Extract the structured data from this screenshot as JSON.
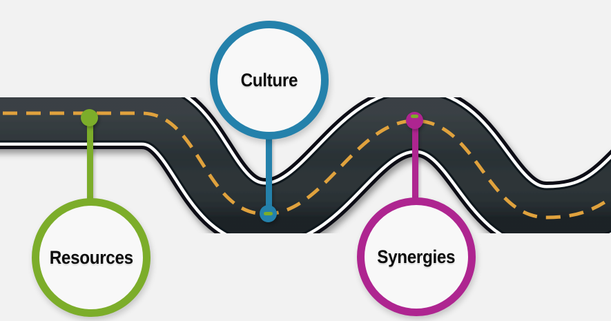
{
  "canvas": {
    "background_color": "#f2f2f2"
  },
  "road": {
    "asphalt_color": "#242c30",
    "edge_color": "#0c1113",
    "stripe_color": "#ffffff",
    "center_dash_color": "#e0a23e"
  },
  "milestones": [
    {
      "label": "Resources",
      "color": "#7cad2a",
      "placement": "below-road-left"
    },
    {
      "label": "Culture",
      "color": "#2481ab",
      "placement": "above-road-center"
    },
    {
      "label": "Synergies",
      "color": "#ae2590",
      "placement": "below-road-right"
    }
  ]
}
